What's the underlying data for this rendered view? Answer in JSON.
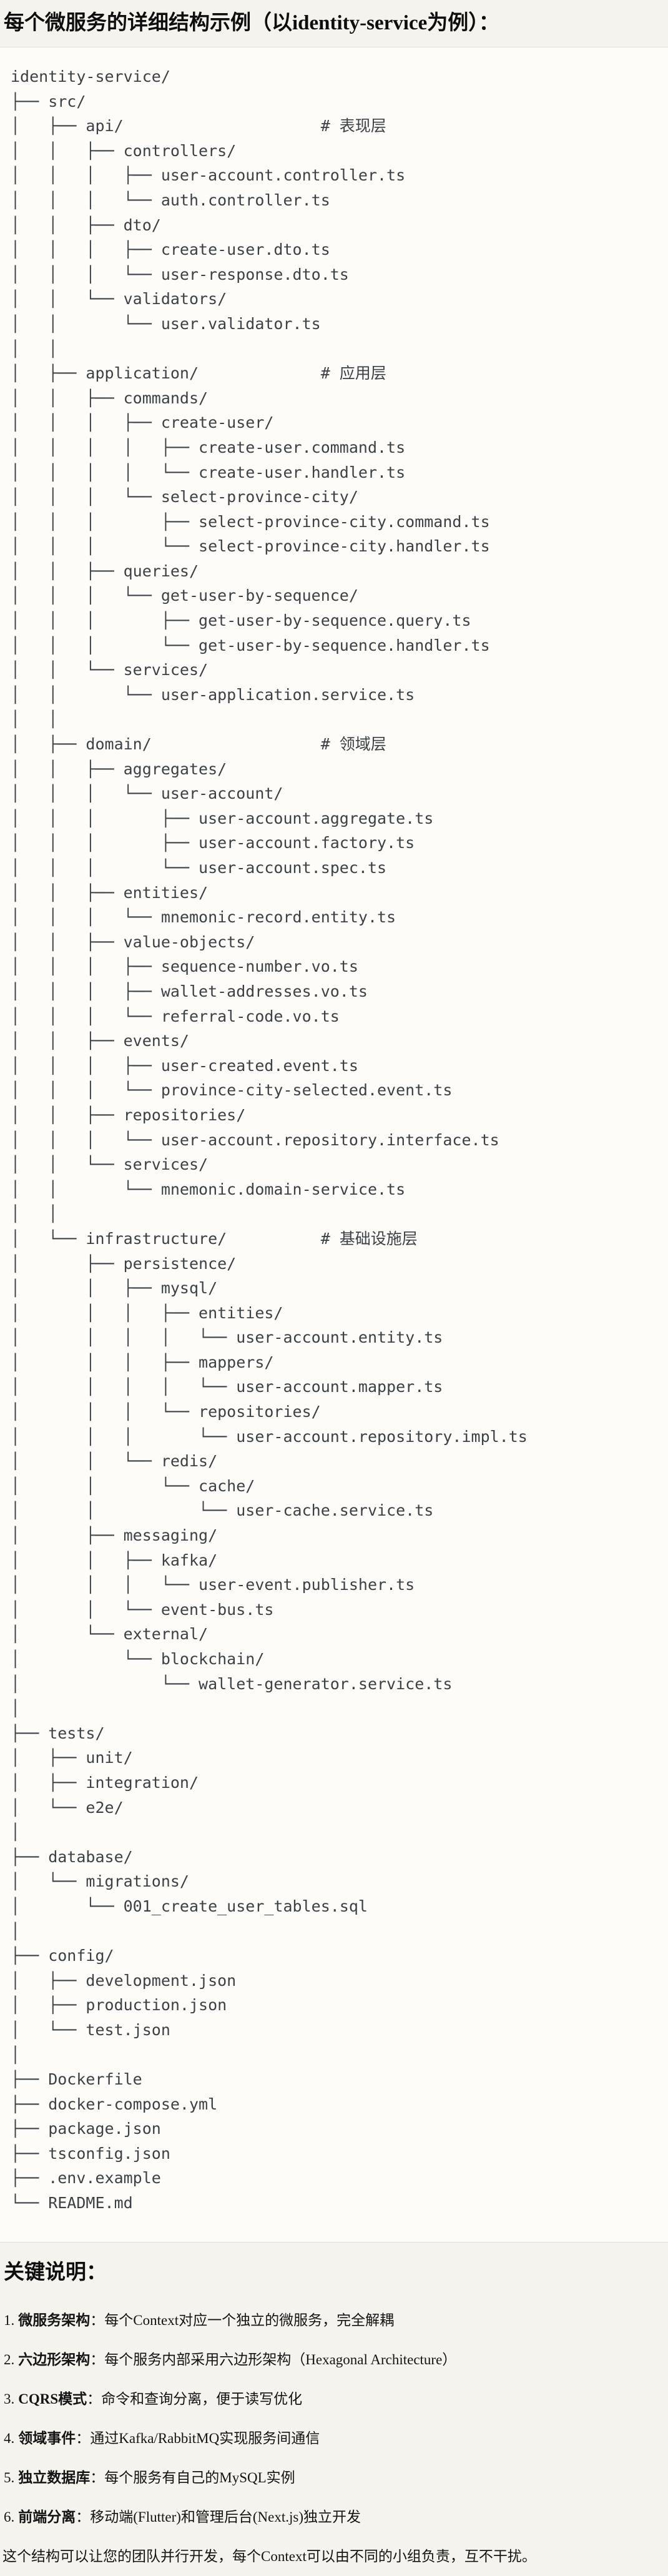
{
  "document": {
    "title": "每个微服务的详细结构示例（以identity-service为例）：",
    "notes_heading": "关键说明：",
    "closing_note": "这个结构可以让您的团队并行开发，每个Context可以由不同的小组负责，互不干扰。"
  },
  "tree": {
    "root": "identity-service/",
    "layer_comments": [
      "# 表现层",
      "# 应用层",
      "# 领域层",
      "# 基础设施层"
    ],
    "lines": [
      "identity-service/",
      "├── src/",
      "│   ├── api/                     # 表现层",
      "│   │   ├── controllers/",
      "│   │   │   ├── user-account.controller.ts",
      "│   │   │   └── auth.controller.ts",
      "│   │   ├── dto/",
      "│   │   │   ├── create-user.dto.ts",
      "│   │   │   └── user-response.dto.ts",
      "│   │   └── validators/",
      "│   │       └── user.validator.ts",
      "│   │",
      "│   ├── application/             # 应用层",
      "│   │   ├── commands/",
      "│   │   │   ├── create-user/",
      "│   │   │   │   ├── create-user.command.ts",
      "│   │   │   │   └── create-user.handler.ts",
      "│   │   │   └── select-province-city/",
      "│   │   │       ├── select-province-city.command.ts",
      "│   │   │       └── select-province-city.handler.ts",
      "│   │   ├── queries/",
      "│   │   │   └── get-user-by-sequence/",
      "│   │   │       ├── get-user-by-sequence.query.ts",
      "│   │   │       └── get-user-by-sequence.handler.ts",
      "│   │   └── services/",
      "│   │       └── user-application.service.ts",
      "│   │",
      "│   ├── domain/                  # 领域层",
      "│   │   ├── aggregates/",
      "│   │   │   └── user-account/",
      "│   │   │       ├── user-account.aggregate.ts",
      "│   │   │       ├── user-account.factory.ts",
      "│   │   │       └── user-account.spec.ts",
      "│   │   ├── entities/",
      "│   │   │   └── mnemonic-record.entity.ts",
      "│   │   ├── value-objects/",
      "│   │   │   ├── sequence-number.vo.ts",
      "│   │   │   ├── wallet-addresses.vo.ts",
      "│   │   │   └── referral-code.vo.ts",
      "│   │   ├── events/",
      "│   │   │   ├── user-created.event.ts",
      "│   │   │   └── province-city-selected.event.ts",
      "│   │   ├── repositories/",
      "│   │   │   └── user-account.repository.interface.ts",
      "│   │   └── services/",
      "│   │       └── mnemonic.domain-service.ts",
      "│   │",
      "│   └── infrastructure/          # 基础设施层",
      "│       ├── persistence/",
      "│       │   ├── mysql/",
      "│       │   │   ├── entities/",
      "│       │   │   │   └── user-account.entity.ts",
      "│       │   │   ├── mappers/",
      "│       │   │   │   └── user-account.mapper.ts",
      "│       │   │   └── repositories/",
      "│       │   │       └── user-account.repository.impl.ts",
      "│       │   └── redis/",
      "│       │       └── cache/",
      "│       │           └── user-cache.service.ts",
      "│       ├── messaging/",
      "│       │   ├── kafka/",
      "│       │   │   └── user-event.publisher.ts",
      "│       │   └── event-bus.ts",
      "│       └── external/",
      "│           └── blockchain/",
      "│               └── wallet-generator.service.ts",
      "│",
      "├── tests/",
      "│   ├── unit/",
      "│   ├── integration/",
      "│   └── e2e/",
      "│",
      "├── database/",
      "│   └── migrations/",
      "│       └── 001_create_user_tables.sql",
      "│",
      "├── config/",
      "│   ├── development.json",
      "│   ├── production.json",
      "│   └── test.json",
      "│",
      "├── Dockerfile",
      "├── docker-compose.yml",
      "├── package.json",
      "├── tsconfig.json",
      "├── .env.example",
      "└── README.md"
    ]
  },
  "notes": [
    {
      "number": "1.",
      "term": "微服务架构",
      "description": "：每个Context对应一个独立的微服务，完全解耦"
    },
    {
      "number": "2.",
      "term": "六边形架构",
      "description": "：每个服务内部采用六边形架构（Hexagonal Architecture）"
    },
    {
      "number": "3.",
      "term": "CQRS模式",
      "description": "：命令和查询分离，便于读写优化"
    },
    {
      "number": "4.",
      "term": "领域事件",
      "description": "：通过Kafka/RabbitMQ实现服务间通信"
    },
    {
      "number": "5.",
      "term": "独立数据库",
      "description": "：每个服务有自己的MySQL实例"
    },
    {
      "number": "6.",
      "term": "前端分离",
      "description": "：移动端(Flutter)和管理后台(Next.js)独立开发"
    }
  ]
}
